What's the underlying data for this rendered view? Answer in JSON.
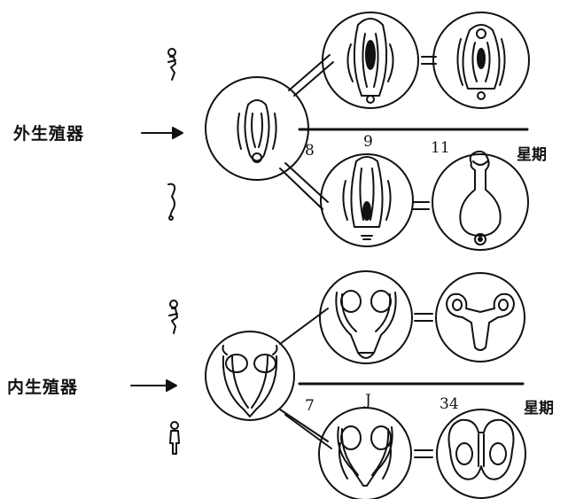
{
  "external": {
    "label": "外生殖器",
    "ticks": [
      "8",
      "9",
      "11"
    ],
    "unit": "星期"
  },
  "internal": {
    "label": "内生殖器",
    "ticks": [
      "7",
      "J",
      "34"
    ],
    "unit": "星期"
  },
  "colors": {
    "ink": "#111111",
    "background": "#ffffff"
  }
}
